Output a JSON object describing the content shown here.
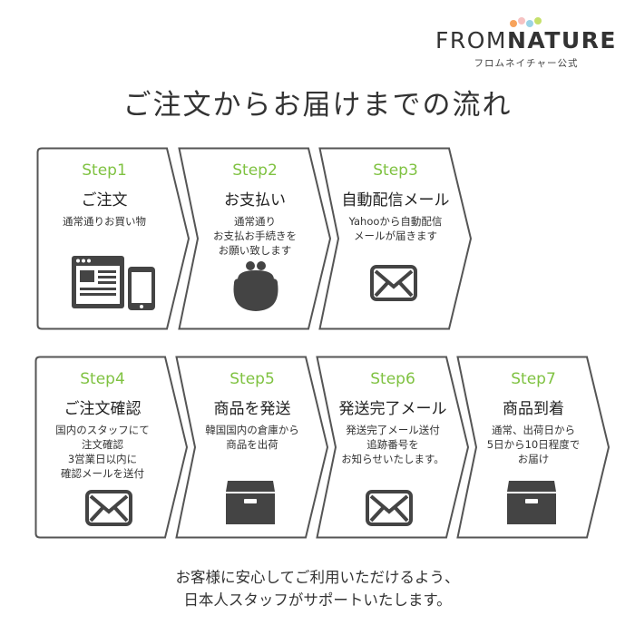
{
  "brand": {
    "name_light": "FROM",
    "name_bold": "NATURE",
    "subtitle": "フロムネイチャー公式",
    "dot_colors": [
      "#f7a35c",
      "#f6c2c2",
      "#9bd3e6",
      "#c5e06b"
    ]
  },
  "title": "ご注文からお届けまでの流れ",
  "steps": [
    {
      "label": "Step1",
      "title": "ご注文",
      "desc": "通常通りお買い物",
      "icon": "browser-phone-icon"
    },
    {
      "label": "Step2",
      "title": "お支払い",
      "desc": "通常通り\nお支払お手続きを\nお願い致します",
      "icon": "purse-icon"
    },
    {
      "label": "Step3",
      "title": "自動配信メール",
      "desc": "Yahooから自動配信\nメールが届きます",
      "icon": "envelope-icon"
    },
    {
      "label": "Step4",
      "title": "ご注文確認",
      "desc": "国内のスタッフにて\n注文確認\n3営業日以内に\n確認メールを送付",
      "icon": "envelope-icon"
    },
    {
      "label": "Step5",
      "title": "商品を発送",
      "desc": "韓国国内の倉庫から\n商品を出荷",
      "icon": "box-icon"
    },
    {
      "label": "Step6",
      "title": "発送完了メール",
      "desc": "発送完了メール送付\n追跡番号を\nお知らせいたします。",
      "icon": "envelope-icon"
    },
    {
      "label": "Step7",
      "title": "商品到着",
      "desc": "通常、出荷日から\n5日から10日程度で\nお届け",
      "icon": "box-icon"
    }
  ],
  "footer": {
    "line1": "お客様に安心してご利用いただけるよう、",
    "line2": "日本人スタッフがサポートいたします。"
  },
  "colors": {
    "accent_green": "#7fc241",
    "icon_dark": "#444444",
    "border": "#555555"
  }
}
